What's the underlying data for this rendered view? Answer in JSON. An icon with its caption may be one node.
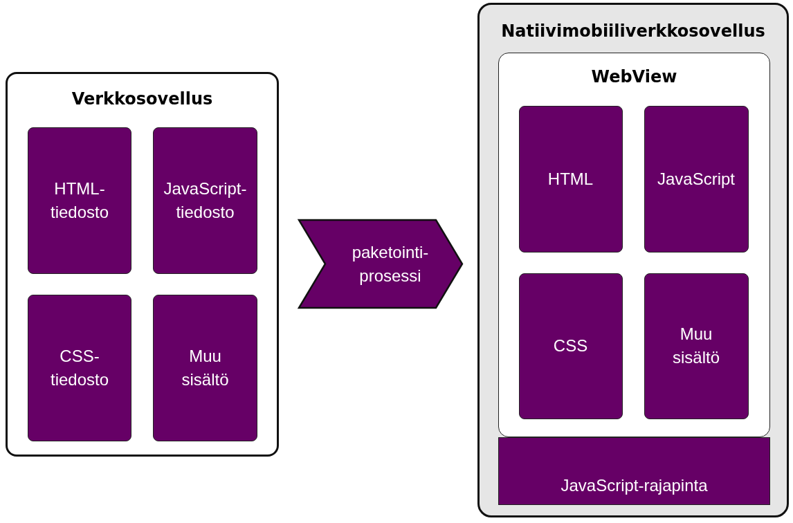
{
  "diagram": {
    "nodes": [
      {
        "text": [
          "Verkkosovellus"
        ]
      },
      {
        "text": [
          "HTML- tiedosto"
        ],
        "in": 0
      },
      {
        "text": [
          "JavaScript- tiedosto"
        ],
        "in": 0
      },
      {
        "text": [
          "CSS- tiedosto"
        ],
        "in": 0
      },
      {
        "text": [
          "Muu sisältö"
        ],
        "in": 0
      },
      {
        "text": [
          "paketointi- prosessi"
        ]
      },
      {
        "text": [
          "Natiivimobiiliverkkosovellus"
        ]
      },
      {
        "text": [
          "WebView"
        ],
        "in": 6
      },
      {
        "text": [
          "HTML"
        ],
        "in": 7
      },
      {
        "text": [
          "JavaScript"
        ],
        "in": 7
      },
      {
        "text": [
          "CSS"
        ],
        "in": 7
      },
      {
        "text": [
          "Muu sisältö"
        ],
        "in": 7
      },
      {
        "text": [
          "JavaScript-rajapinta"
        ],
        "in": 6
      }
    ]
  }
}
